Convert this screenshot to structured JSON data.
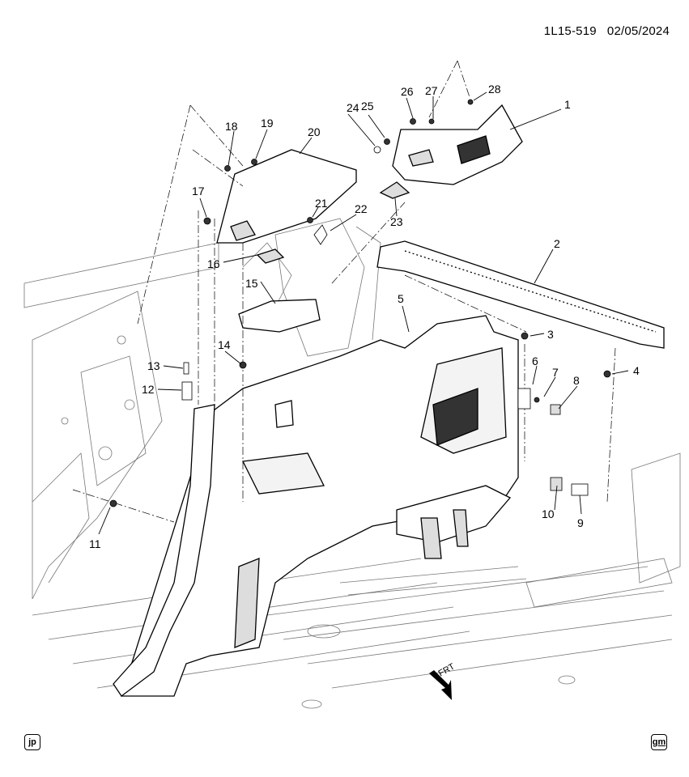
{
  "header": {
    "code": "1L15-519",
    "date": "02/05/2024"
  },
  "orientation_label": "FRT",
  "corner_left": "jp",
  "corner_right": "gm",
  "callouts": [
    "1",
    "2",
    "3",
    "4",
    "5",
    "6",
    "7",
    "8",
    "9",
    "10",
    "11",
    "12",
    "13",
    "14",
    "15",
    "16",
    "17",
    "18",
    "19",
    "20",
    "21",
    "22",
    "23",
    "24",
    "25",
    "26",
    "27",
    "28"
  ]
}
